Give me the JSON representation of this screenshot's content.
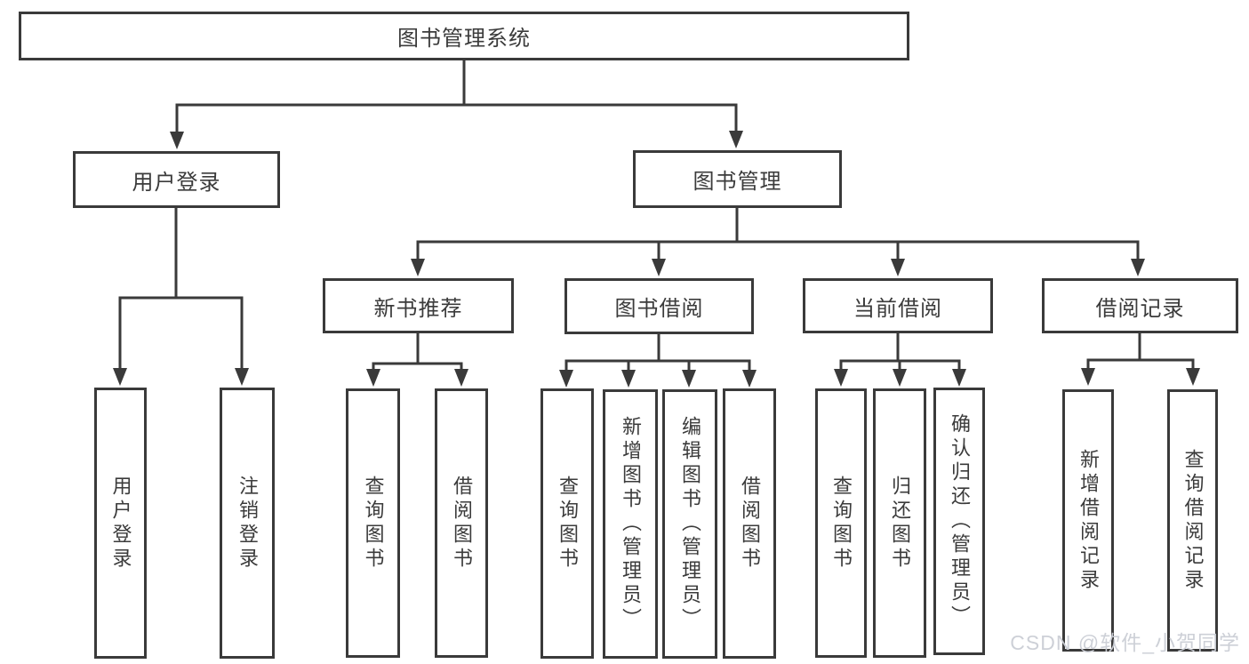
{
  "root": {
    "label": "图书管理系统"
  },
  "level2": {
    "user_login": {
      "label": "用户登录"
    },
    "book_management": {
      "label": "图书管理"
    }
  },
  "level3": {
    "new_book_recommend": {
      "label": "新书推荐"
    },
    "book_borrow": {
      "label": "图书借阅"
    },
    "current_borrow": {
      "label": "当前借阅"
    },
    "borrow_records": {
      "label": "借阅记录"
    }
  },
  "leaves": {
    "login": [
      "用户登录",
      "注销登录"
    ],
    "recommend": [
      "查询图书",
      "借阅图书"
    ],
    "borrow": [
      "查询图书",
      "新增图书（管理员）",
      "编辑图书（管理员）",
      "借阅图书"
    ],
    "current": [
      "查询图书",
      "归还图书",
      "确认归还（管理员）"
    ],
    "records": [
      "新增借阅记录",
      "查询借阅记录"
    ]
  },
  "watermark": "CSDN @软件_小贺同学",
  "colors": {
    "line": "#3a3a3a",
    "text": "#3b3b3b",
    "background": "#ffffff",
    "watermark": "#cacdd5"
  }
}
